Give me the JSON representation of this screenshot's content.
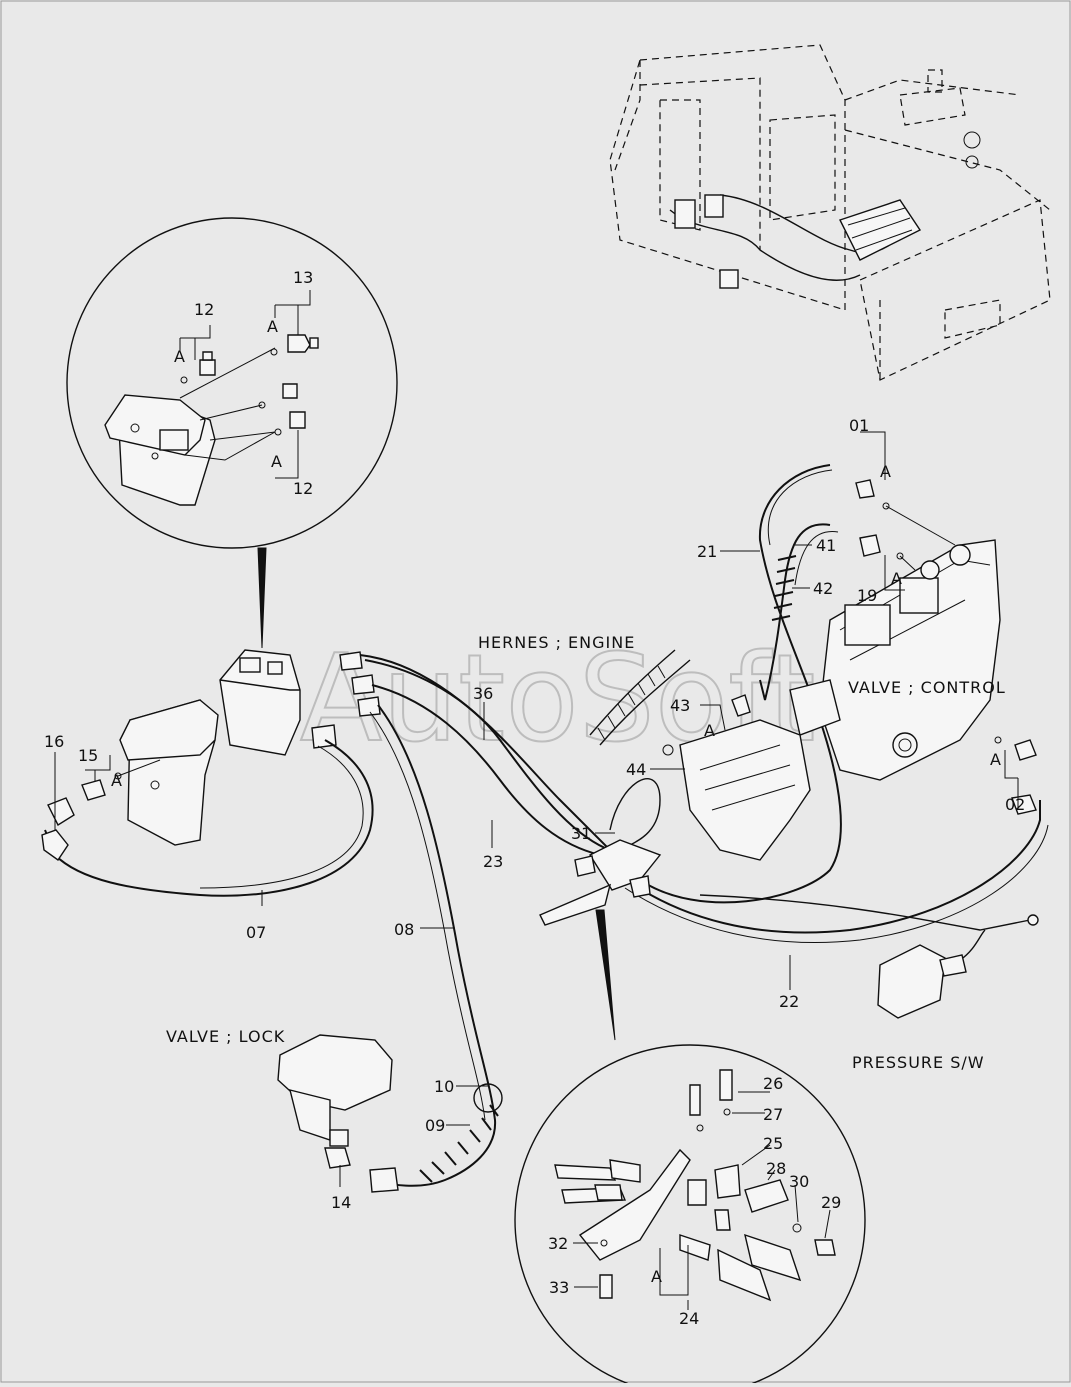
{
  "watermark": "AutoSoft",
  "labels": {
    "hernes_engine": "HERNES ; ENGINE",
    "valve_control": "VALVE ; CONTROL",
    "valve_lock": "VALVE ; LOCK",
    "pressure_sw": "PRESSURE S/W",
    "marker_a": "A"
  },
  "part_numbers": {
    "p01": "01",
    "p02": "02",
    "p07": "07",
    "p08": "08",
    "p09": "09",
    "p10": "10",
    "p12": "12",
    "p13": "13",
    "p14": "14",
    "p15": "15",
    "p16": "16",
    "p19": "19",
    "p21": "21",
    "p22": "22",
    "p23": "23",
    "p24": "24",
    "p25": "25",
    "p26": "26",
    "p27": "27",
    "p28": "28",
    "p29": "29",
    "p30": "30",
    "p31": "31",
    "p32": "32",
    "p33": "33",
    "p36": "36",
    "p41": "41",
    "p42": "42",
    "p43": "43",
    "p44": "44"
  }
}
